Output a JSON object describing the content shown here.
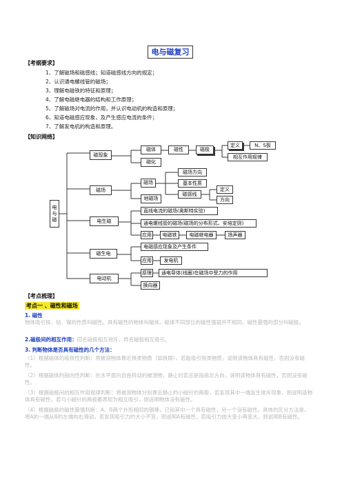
{
  "title": "电与磁复习",
  "sections": {
    "requirements": "【考纲要求】",
    "network": "【知识网络】",
    "summary": "【考点梳理】"
  },
  "requirements": [
    "1、了解磁场和磁感线；知道磁感线方向的规定；",
    "2、认识通电螺线管的磁场；",
    "3、理解电磁铁的特征和原理；",
    "4、了解电磁继电器的结构和工作原理；",
    "5、了解磁场对电流的作用，并认识电动机的构造和原理；",
    "6、知道电磁感应现象，及产生感应电流的条件；",
    "7、了解发电机的构造和原理。"
  ],
  "map": {
    "root": "电与磁",
    "magnet_phenomenon": "磁现象",
    "magnet": "磁体",
    "magnetism": "磁性",
    "pole": "磁极",
    "definition": "定义",
    "ns_pole": "N、S极",
    "pole_law": "相互作用规律",
    "magnetization": "磁化",
    "field_branch": "磁场",
    "field": "磁场",
    "field_direction": "磁场方向",
    "basic_property": "基本性质",
    "field_line": "磁感线",
    "line_definition": "定义",
    "line_direction": "方向",
    "geo_field": "地磁场",
    "elec_to_mag": "电生磁",
    "straight_wire": "直线电流的磁场(奥斯特实验)",
    "solenoid": "通电螺线管的磁场(磁场的分布形式、安培定则)",
    "application": "应用",
    "electromagnet": "电磁铁",
    "relay": "电磁继电器",
    "speaker": "扬声器",
    "mag_to_elec": "磁生电",
    "induction": "电磁感应现象及产生条件",
    "application2": "应用",
    "generator": "发电机",
    "motor": "电动机",
    "principle": "原理",
    "force_on_wire": "通电导体(线圈)在磁场中受力的作用",
    "commutator": "换向器"
  },
  "point1": "考点一 、磁性和磁场",
  "items": {
    "h1": "1. 磁性",
    "p1": "物体吸引铁、钴、镍的性质叫磁性。具有磁性的物体叫磁体。磁体不同部位的磁性强弱并不相同，磁性最强的部分叫磁极。",
    "h2": "2.磁极间的相互作用：",
    "h2_text": "同名磁极相互排斥，异名磁极相互吸引。",
    "h3": "3. 判断物体是否具有磁性的几个方法：",
    "p3_1": "（1）根据磁体的吸铁性判断：将被测物体靠近铁类物质（如铁屑），若能吸引铁类物质，说明该物体具有磁性，否则没有磁性。",
    "p3_2": "（2）根据磁体的指向性判断：在水平面内自由转动的被测物，静止时若总是指南北方向，说明该物体具有磁性，否则没有磁性。",
    "p3_3": "（3）根据磁极间的相互作用规律判断：将被测物体分别靠近静止的小磁针的两极，若发现其中一端发生排斥现象，则说明该物体具有磁性，若与小磁针的两极都表现为相互吸引，则说明物体没有磁性。",
    "p3_4": "（4）根据磁极的磁性最强判断：A、B两个外形相同的钢棒，已知其中一个具有磁性，另一个没有磁性，具体的区分方法是，将A的一端从B的左端向右滑动，若发现吸引力的大小不变，则说明A有磁性，若吸引力由大变小再变大，则说明B有磁性。"
  }
}
